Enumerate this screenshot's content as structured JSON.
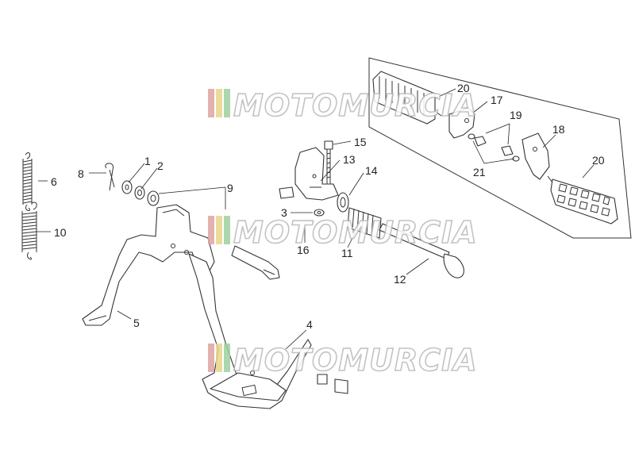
{
  "watermark": {
    "text": "MOTOMURCIA",
    "stripe_colors": [
      "#e0a3a3",
      "#e8d78a",
      "#9fd0a0"
    ]
  },
  "callouts": [
    {
      "id": "1",
      "label": "1"
    },
    {
      "id": "2",
      "label": "2"
    },
    {
      "id": "3",
      "label": "3"
    },
    {
      "id": "4",
      "label": "4"
    },
    {
      "id": "5",
      "label": "5"
    },
    {
      "id": "6",
      "label": "6"
    },
    {
      "id": "8",
      "label": "8"
    },
    {
      "id": "9",
      "label": "9"
    },
    {
      "id": "10",
      "label": "10"
    },
    {
      "id": "11",
      "label": "11"
    },
    {
      "id": "12",
      "label": "12"
    },
    {
      "id": "13",
      "label": "13"
    },
    {
      "id": "14",
      "label": "14"
    },
    {
      "id": "15",
      "label": "15"
    },
    {
      "id": "16",
      "label": "16"
    },
    {
      "id": "17",
      "label": "17"
    },
    {
      "id": "18",
      "label": "18"
    },
    {
      "id": "19",
      "label": "19"
    },
    {
      "id": "20a",
      "label": "20"
    },
    {
      "id": "20b",
      "label": "20"
    },
    {
      "id": "21",
      "label": "21"
    }
  ]
}
